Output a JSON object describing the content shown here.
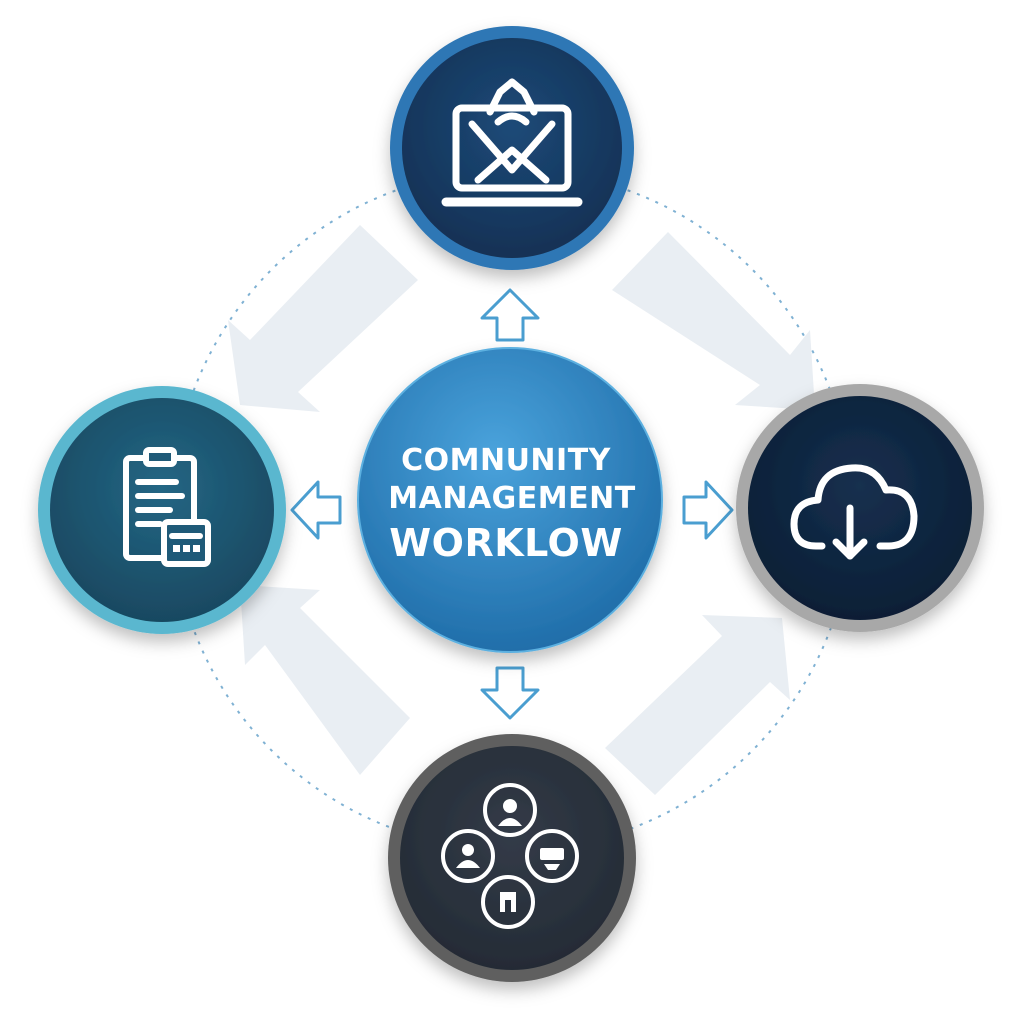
{
  "diagram": {
    "title_lines": [
      "COMNUNITY",
      "MANAGEMENT",
      "WORKLOW"
    ],
    "nodes": [
      {
        "id": "top",
        "icon": "laptop-mail-icon",
        "color": "#1e3f6a",
        "ring": "#2f77b5"
      },
      {
        "id": "left",
        "icon": "clipboard-calculator-icon",
        "color": "#1f5a78",
        "ring": "#5ab7cf"
      },
      {
        "id": "right",
        "icon": "cloud-download-icon",
        "color": "#0f2540",
        "ring": "#a8a8a8"
      },
      {
        "id": "bottom",
        "icon": "people-network-icon",
        "color": "#2a313d",
        "ring": "#5f5f5f"
      }
    ],
    "center_color": "#2d86c4",
    "arrow_color": "#4a9ed0"
  }
}
